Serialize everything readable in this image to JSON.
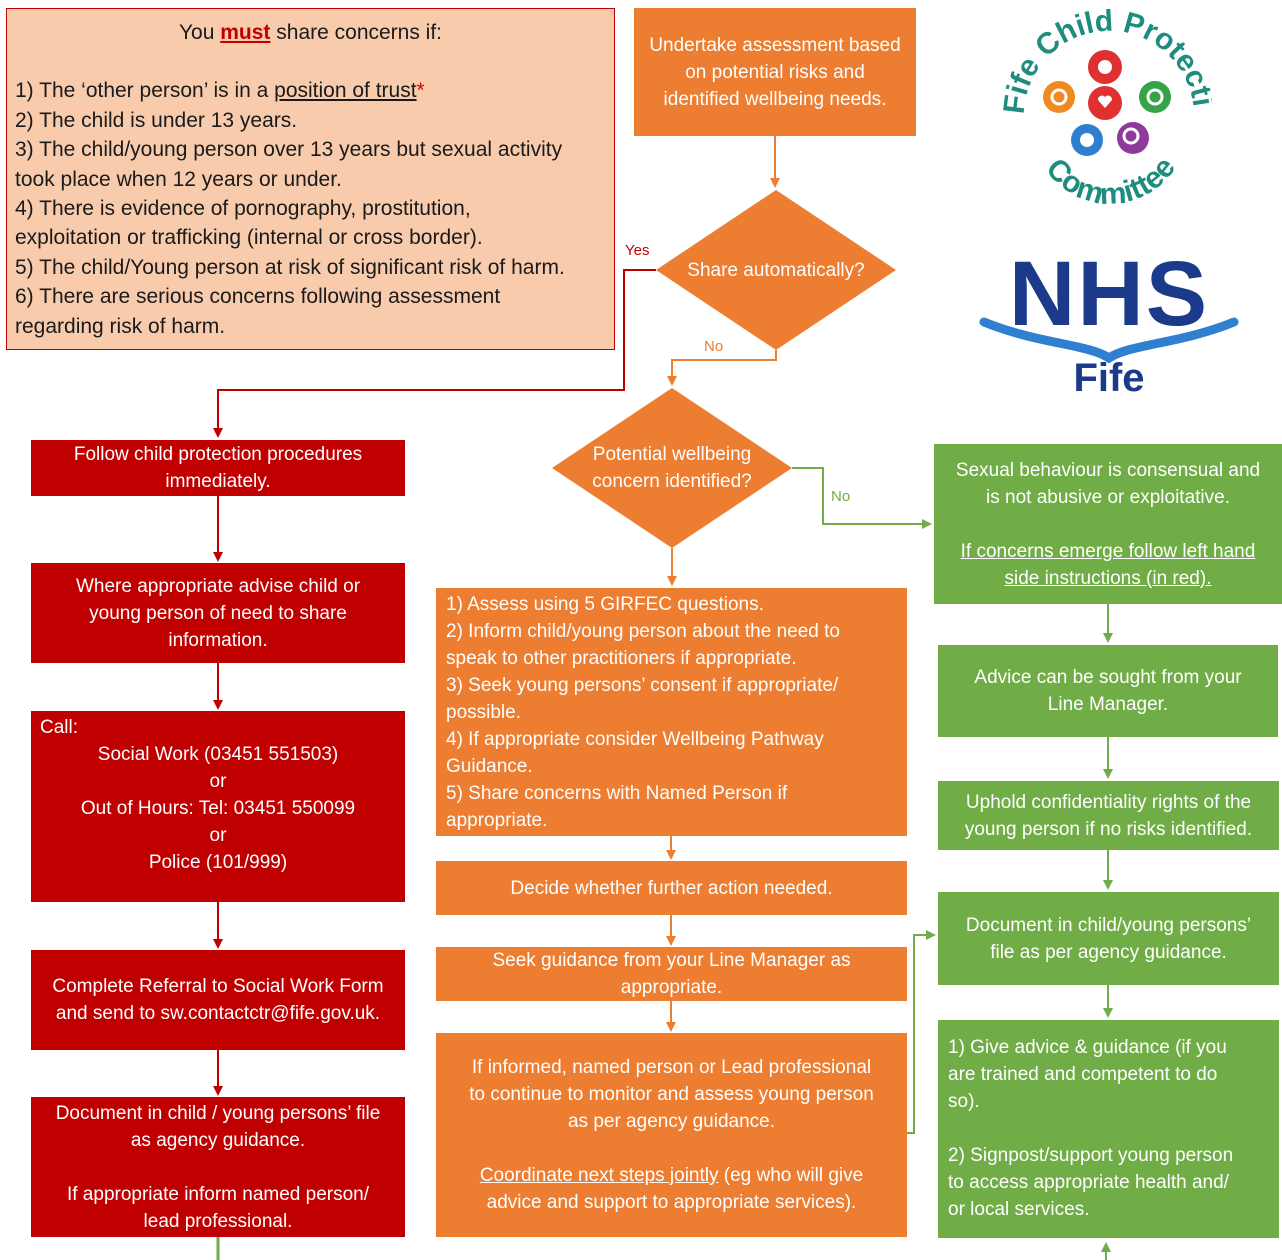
{
  "must_box": {
    "title_pre": "You ",
    "title_must": "must",
    "title_post": " share concerns if:",
    "item1_pre": "1) The ‘other person’ is in a ",
    "item1_link": "position of trust",
    "item1_star": "*",
    "item2": "2) The child is under 13 years.",
    "item3a": "3) The child/young person over 13 years but sexual activity",
    "item3b": "took place when 12 years or under.",
    "item4a": "4) There is evidence of pornography, prostitution,",
    "item4b": "exploitation or trafficking (internal or cross border).",
    "item5": "5) The child/Young person at risk of significant risk of harm.",
    "item6a": "6) There are serious concerns following assessment",
    "item6b": "regarding risk of harm."
  },
  "top": {
    "assessment_l1": "Undertake assessment based",
    "assessment_l2": "on potential risks and",
    "assessment_l3": "identified wellbeing needs.",
    "share_question": "Share automatically?",
    "yes_label": "Yes",
    "no_label": "No"
  },
  "left": {
    "follow_l1": "Follow child protection procedures",
    "follow_l2": "immediately.",
    "advise_l1": "Where appropriate advise child or",
    "advise_l2": "young person of need to share",
    "advise_l3": "information.",
    "call_label": "Call:",
    "call_social": "Social Work (03451 551503)",
    "call_or1": "or",
    "call_ooh": "Out of Hours: Tel: 03451 550099",
    "call_or2": "or",
    "call_police": "Police (101/999)",
    "referral_l1": "Complete Referral to Social Work Form",
    "referral_l2": "and send to sw.contactctr@fife.gov.uk.",
    "doc_l1": "Document in child / young persons’ file",
    "doc_l2": "as agency guidance.",
    "doc_l3": "If appropriate inform named person/",
    "doc_l4": "lead professional."
  },
  "middle": {
    "wellbeing_l1": "Potential wellbeing",
    "wellbeing_l2": "concern identified?",
    "no_label": "No",
    "assess_1": "1) Assess using 5 GIRFEC questions.",
    "assess_2a": "2) Inform child/young person about the need to",
    "assess_2b": "speak to other practitioners if appropriate.",
    "assess_3a": "3) Seek young persons’ consent if appropriate/",
    "assess_3b": "possible.",
    "assess_4a": "4) If appropriate consider Wellbeing Pathway",
    "assess_4b": "Guidance.",
    "assess_5a": "5) Share concerns with Named Person if",
    "assess_5b": "appropriate.",
    "decide": "Decide whether further action needed.",
    "seek_l1": "Seek guidance from your Line Manager as",
    "seek_l2": "appropriate.",
    "monitor_l1": "If informed, named person or Lead professional",
    "monitor_l2": "to continue to monitor and assess young person",
    "monitor_l3": "as per agency guidance.",
    "coord_link": "Coordinate next steps jointly",
    "coord_rest": " (eg who will give",
    "coord_l2": "advice and support to appropriate services)."
  },
  "right": {
    "consensual_l1": "Sexual behaviour is consensual and",
    "consensual_l2": "is not abusive or exploitative.",
    "consensual_l3": "If concerns emerge follow left hand",
    "consensual_l4": "side instructions (in red).",
    "advice_l1": "Advice can be sought from your",
    "advice_l2": "Line Manager.",
    "uphold_l1": "Uphold confidentiality rights of the",
    "uphold_l2": "young person if no risks identified.",
    "document_l1": "Document in child/young persons’",
    "document_l2": "file as per agency guidance.",
    "give_1a": "1) Give advice & guidance (if you",
    "give_1b": "are trained and competent to do",
    "give_1c": "so).",
    "give_2a": "2) Signpost/support young person",
    "give_2b": "to access appropriate health and/",
    "give_2c": "or local services."
  },
  "logos": {
    "cp_word_fife": "Fife",
    "cp_word_child": "Child",
    "cp_word_protection": "Protection",
    "cp_word_committee": "Committee",
    "nhs_word": "NHS",
    "nhs_fife": "Fife"
  },
  "colors": {
    "red": "#c00000",
    "orange": "#ed7d31",
    "green": "#70ad47",
    "salmon": "#f8cbad",
    "nhs_blue": "#1c3a8a",
    "teal": "#1e8c7e"
  }
}
